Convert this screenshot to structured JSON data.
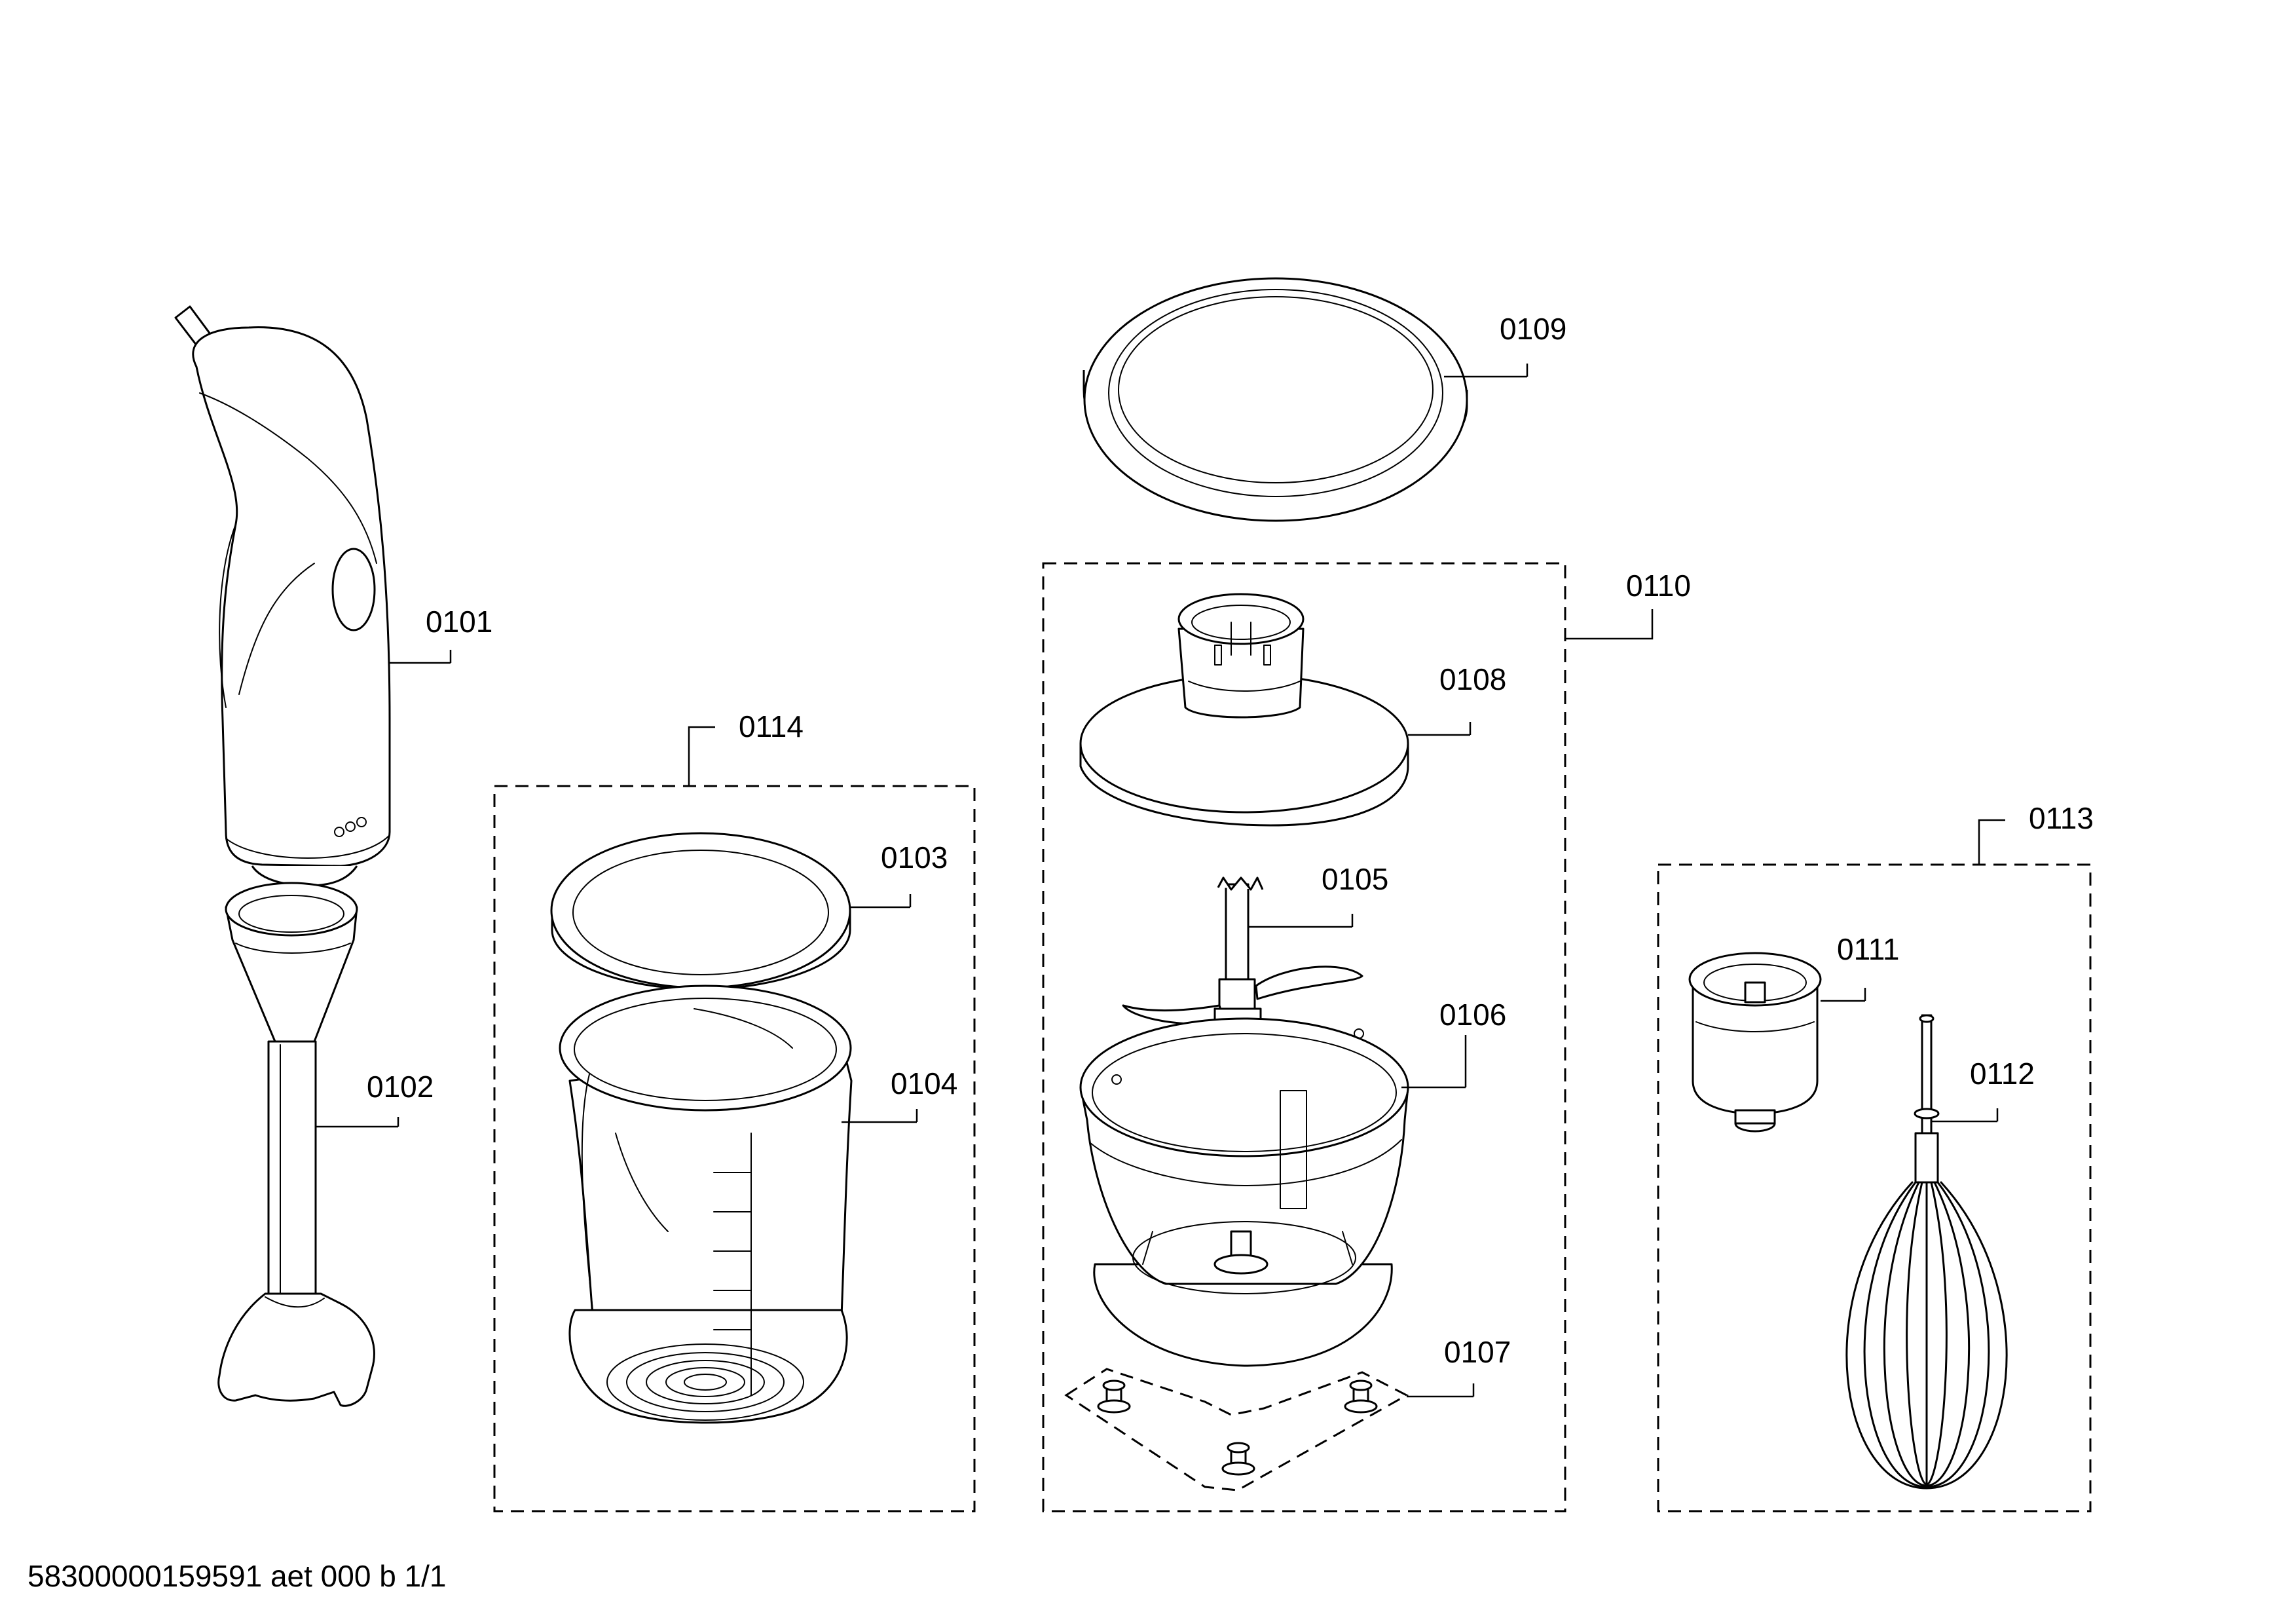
{
  "labels": {
    "p0101": "0101",
    "p0102": "0102",
    "p0103": "0103",
    "p0104": "0104",
    "p0105": "0105",
    "p0106": "0106",
    "p0107": "0107",
    "p0108": "0108",
    "p0109": "0109",
    "p0110": "0110",
    "p0111": "0111",
    "p0112": "0112",
    "p0113": "0113",
    "p0114": "0114"
  },
  "footer": "58300000159591 aet 000 b 1/1"
}
